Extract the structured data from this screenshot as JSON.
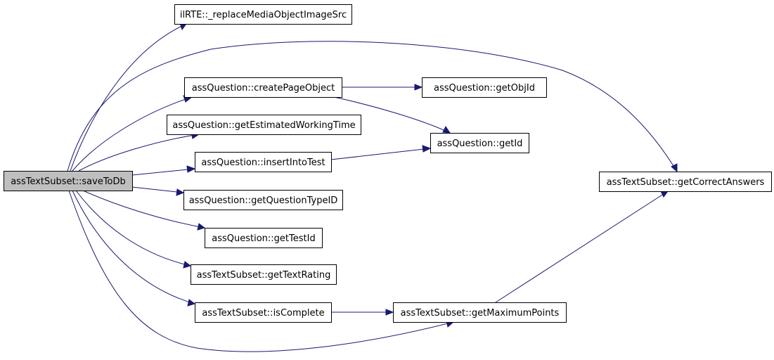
{
  "colors": {
    "edge": "#191970",
    "root_fill": "#bfbfbf",
    "node_fill": "#ffffff",
    "border": "#000000"
  },
  "nodes": [
    {
      "id": "saveToDb",
      "label": "assTextSubset::saveToDb",
      "root": true
    },
    {
      "id": "replaceMedia",
      "label": "ilRTE::_replaceMediaObjectImageSrc"
    },
    {
      "id": "createPageObject",
      "label": "assQuestion::createPageObject"
    },
    {
      "id": "getEstimatedWorkingTime",
      "label": "assQuestion::getEstimatedWorkingTime"
    },
    {
      "id": "insertIntoTest",
      "label": "assQuestion::insertIntoTest"
    },
    {
      "id": "getQuestionTypeID",
      "label": "assQuestion::getQuestionTypeID"
    },
    {
      "id": "getTestId",
      "label": "assQuestion::getTestId"
    },
    {
      "id": "getTextRating",
      "label": "assTextSubset::getTextRating"
    },
    {
      "id": "isComplete",
      "label": "assTextSubset::isComplete"
    },
    {
      "id": "getObjId",
      "label": "assQuestion::getObjId"
    },
    {
      "id": "getId",
      "label": "assQuestion::getId"
    },
    {
      "id": "getMaximumPoints",
      "label": "assTextSubset::getMaximumPoints"
    },
    {
      "id": "getCorrectAnswers",
      "label": "assTextSubset::getCorrectAnswers"
    }
  ],
  "edges": [
    {
      "from": "saveToDb",
      "to": "replaceMedia"
    },
    {
      "from": "saveToDb",
      "to": "createPageObject"
    },
    {
      "from": "saveToDb",
      "to": "getEstimatedWorkingTime"
    },
    {
      "from": "saveToDb",
      "to": "insertIntoTest"
    },
    {
      "from": "saveToDb",
      "to": "getQuestionTypeID"
    },
    {
      "from": "saveToDb",
      "to": "getTestId"
    },
    {
      "from": "saveToDb",
      "to": "getTextRating"
    },
    {
      "from": "saveToDb",
      "to": "isComplete"
    },
    {
      "from": "saveToDb",
      "to": "getCorrectAnswers"
    },
    {
      "from": "saveToDb",
      "to": "getMaximumPoints"
    },
    {
      "from": "createPageObject",
      "to": "getObjId"
    },
    {
      "from": "createPageObject",
      "to": "getId"
    },
    {
      "from": "insertIntoTest",
      "to": "getId"
    },
    {
      "from": "isComplete",
      "to": "getMaximumPoints"
    },
    {
      "from": "getMaximumPoints",
      "to": "getCorrectAnswers"
    }
  ]
}
